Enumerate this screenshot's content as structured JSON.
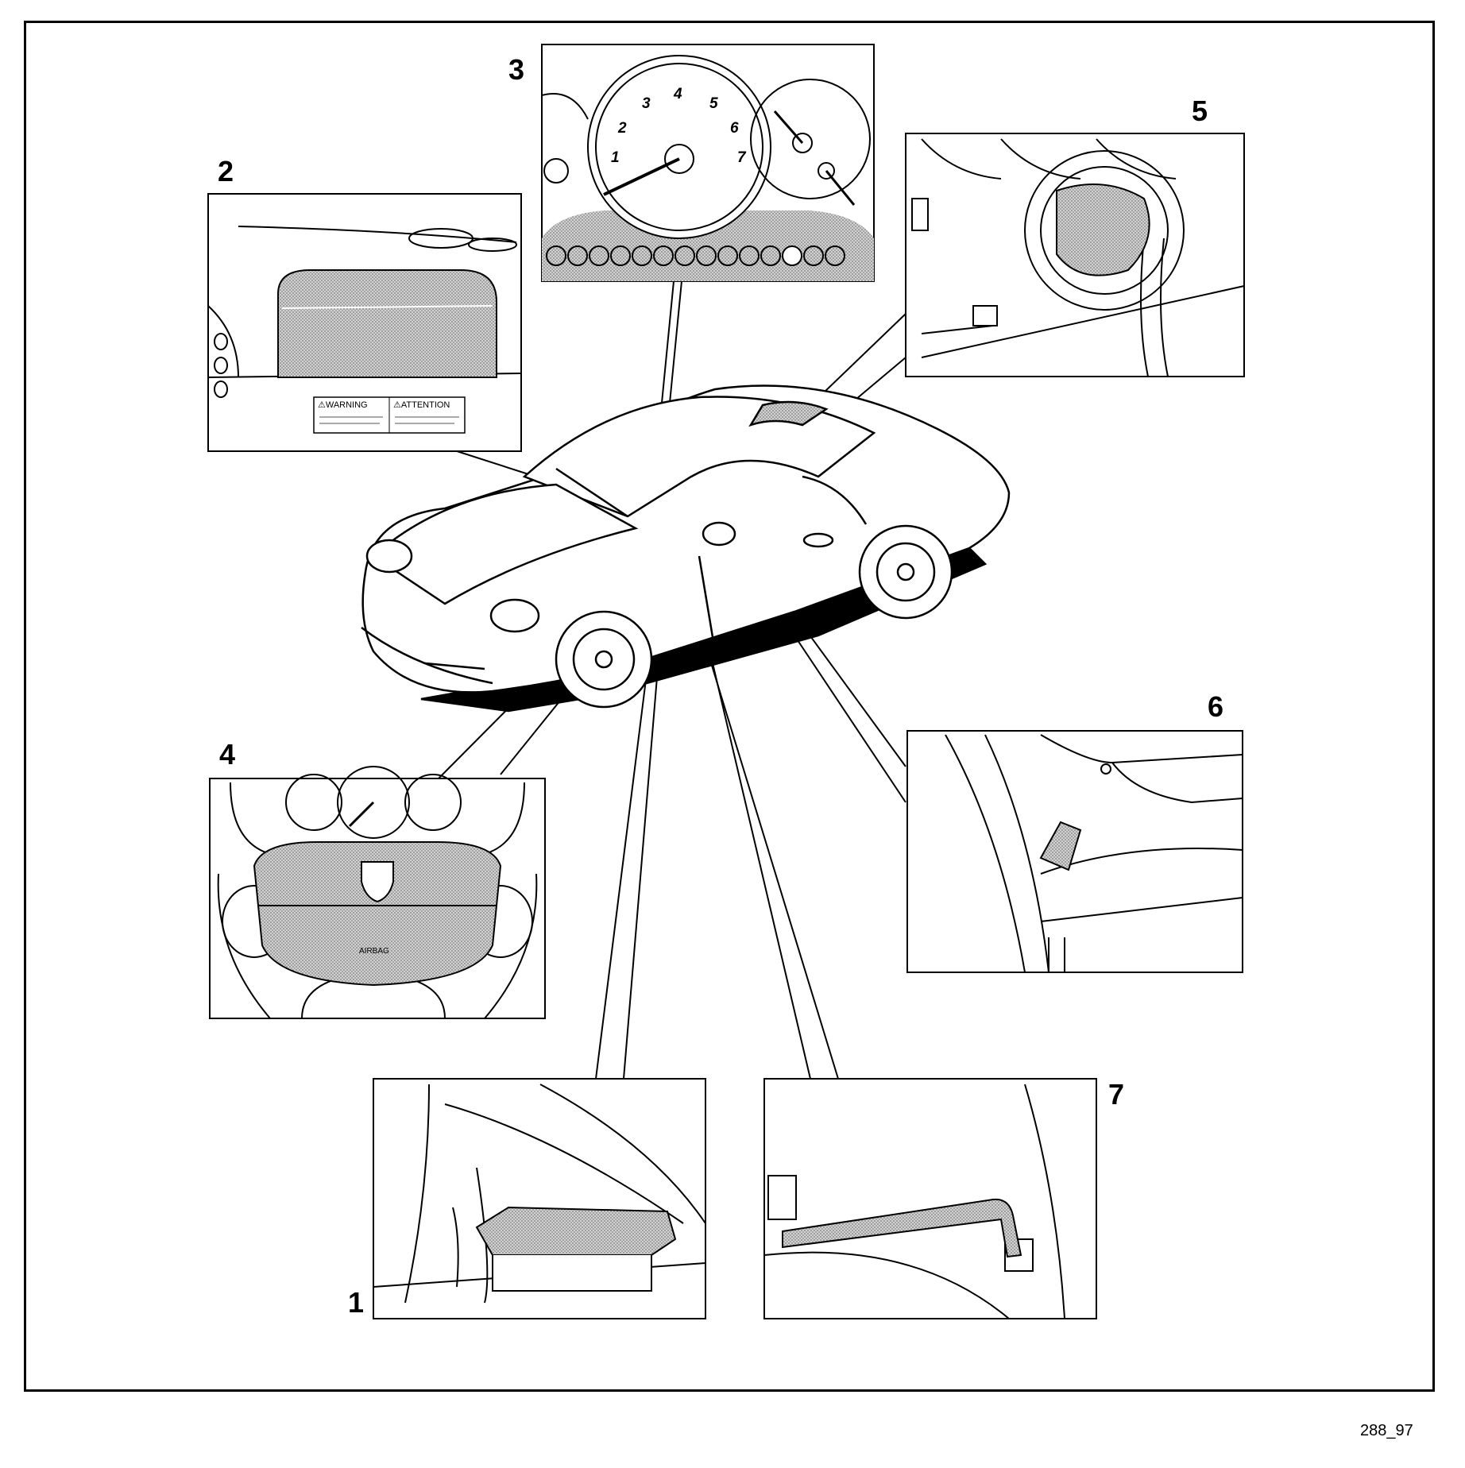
{
  "diagram": {
    "callouts": [
      {
        "number": "1"
      },
      {
        "number": "2"
      },
      {
        "number": "3"
      },
      {
        "number": "4"
      },
      {
        "number": "5"
      },
      {
        "number": "6"
      },
      {
        "number": "7"
      }
    ],
    "label_warning": "⚠WARNING",
    "label_attention": "⚠ATTENTION",
    "tachometer_digits": [
      "1",
      "2",
      "3",
      "4",
      "5",
      "6",
      "7"
    ],
    "airbag_text": "AIRBAG",
    "figure_ref": "288_97"
  }
}
